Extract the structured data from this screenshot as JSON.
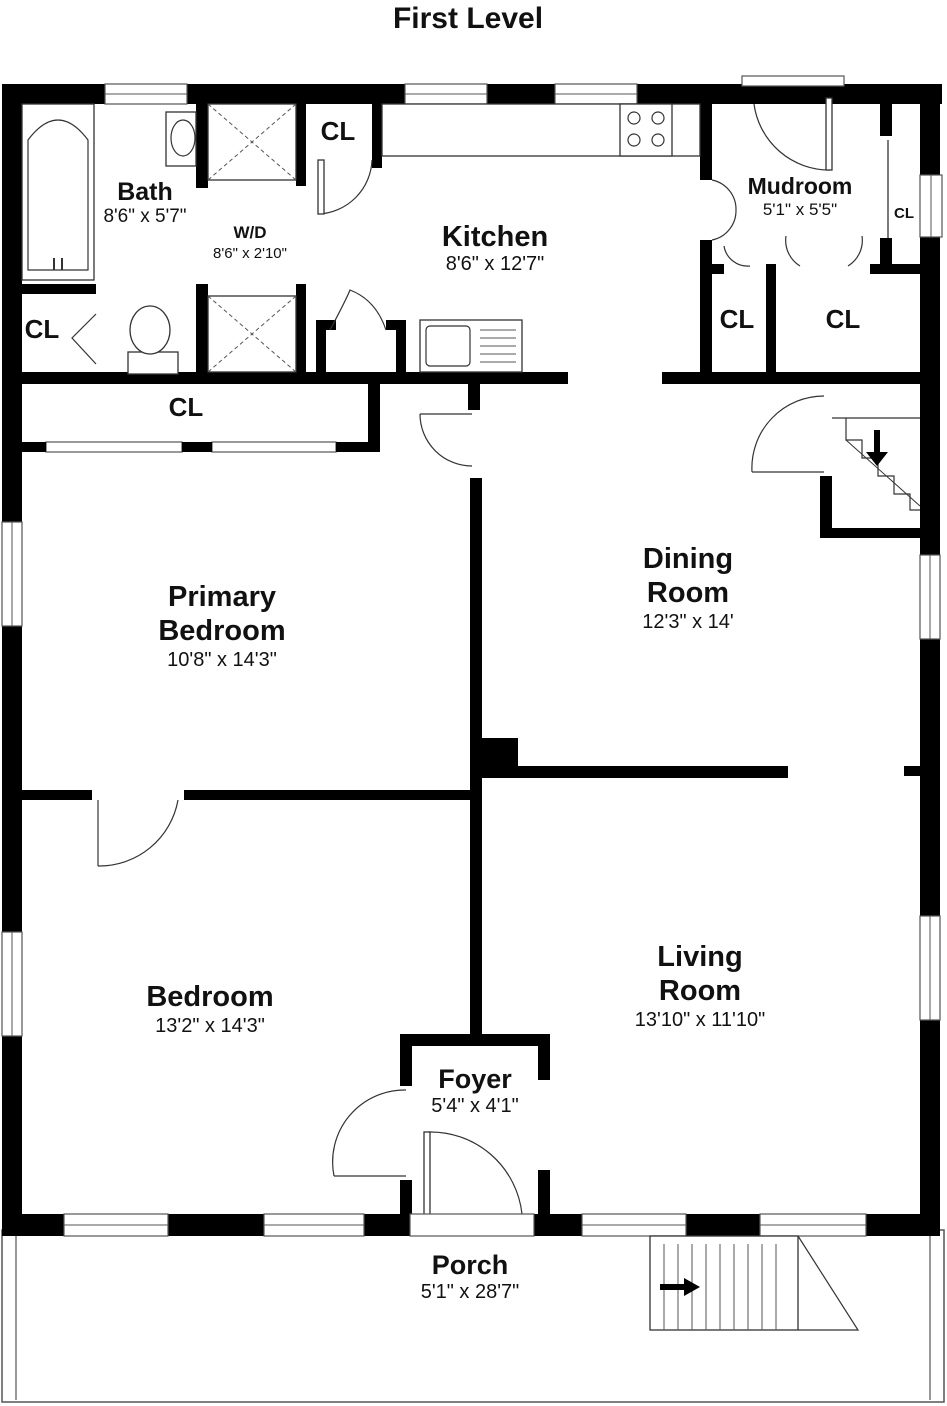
{
  "title": "First Level",
  "rooms": {
    "bath": {
      "name": "Bath",
      "dims": "8'6\" x 5'7\""
    },
    "wd": {
      "name": "W/D",
      "dims": "8'6\" x 2'10\""
    },
    "kitchen": {
      "name": "Kitchen",
      "dims": "8'6\" x 12'7\""
    },
    "mudroom": {
      "name": "Mudroom",
      "dims": "5'1\" x 5'5\""
    },
    "primary": {
      "name1": "Primary",
      "name2": "Bedroom",
      "dims": "10'8\" x 14'3\""
    },
    "dining": {
      "name1": "Dining",
      "name2": "Room",
      "dims": "12'3\" x 14'"
    },
    "bedroom": {
      "name": "Bedroom",
      "dims": "13'2\" x 14'3\""
    },
    "living": {
      "name1": "Living",
      "name2": "Room",
      "dims": "13'10\" x 11'10\""
    },
    "foyer": {
      "name": "Foyer",
      "dims": "5'4\" x 4'1\""
    },
    "porch": {
      "name": "Porch",
      "dims": "5'1\" x 28'7\""
    }
  },
  "closets": {
    "label": "CL"
  }
}
